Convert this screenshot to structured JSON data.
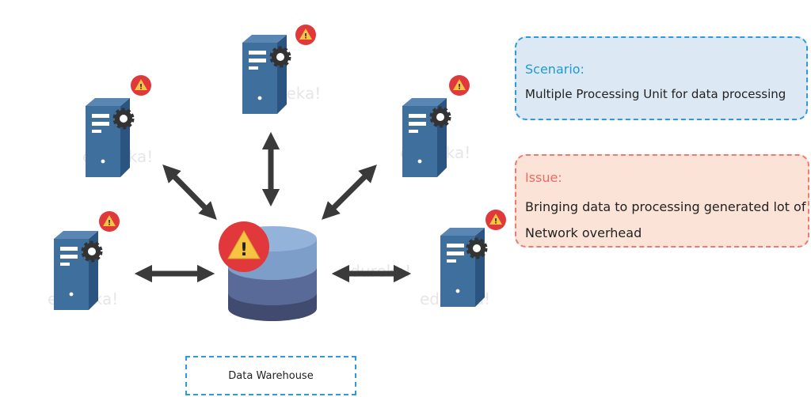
{
  "scenario": {
    "title": "Scenario:",
    "text": "Multiple Processing Unit for data processing"
  },
  "issue": {
    "title": "Issue:",
    "text": "Bringing data to processing generated lot of Network overhead"
  },
  "data_warehouse_label": "Data Warehouse",
  "watermark_text": "edureka!",
  "icons": {
    "server": "server-icon",
    "gear": "gear-icon",
    "warning": "warning-icon",
    "database": "database-icon",
    "arrow": "double-arrow-icon"
  },
  "colors": {
    "server_front": "#3f6f9c",
    "server_side": "#2b5580",
    "db_top": "#7d9ec8",
    "db_mid": "#596a98",
    "db_bottom": "#414b70",
    "warning_red": "#e0383b",
    "warning_yellow": "#f6c343",
    "arrow": "#3a3a3a"
  }
}
